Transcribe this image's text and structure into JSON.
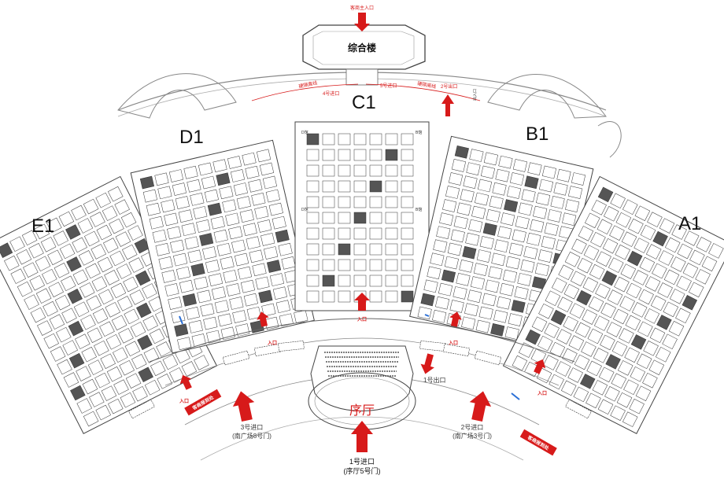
{
  "map": {
    "halls": [
      {
        "id": "e1",
        "label": "E1"
      },
      {
        "id": "d1",
        "label": "D1"
      },
      {
        "id": "c1",
        "label": "C1"
      },
      {
        "id": "b1",
        "label": "B1"
      },
      {
        "id": "a1",
        "label": "A1"
      }
    ],
    "building_label": "综合楼",
    "vip_entrance_top": "客商主入口",
    "hall_center_label": "序厅",
    "entrances": {
      "entry_4": "4号进口",
      "entry_5": "5号进口",
      "exit_2": "2号出口",
      "exit_1": "1号出口",
      "entry_1": "1号进口",
      "entry_1_sub": "(序厅5号门)",
      "entry_2": "2号进口",
      "entry_2_sub": "(南广场3号门)",
      "entry_3": "3号进口",
      "entry_3_sub": "(南广场8号门)",
      "gate_small": "出入口"
    },
    "corridor_labels": [
      "硬隔离线",
      "硬隔离线"
    ],
    "hall_ruko": "入口",
    "registration": "客商报到处",
    "c1_side_labels": {
      "d": "D馆",
      "b": "B馆"
    },
    "colors": {
      "line": "#7a7a7a",
      "red": "#d71a1a",
      "booth": "#ffffff",
      "booth_dark": "#222222",
      "blue": "#2a6fd6"
    }
  }
}
